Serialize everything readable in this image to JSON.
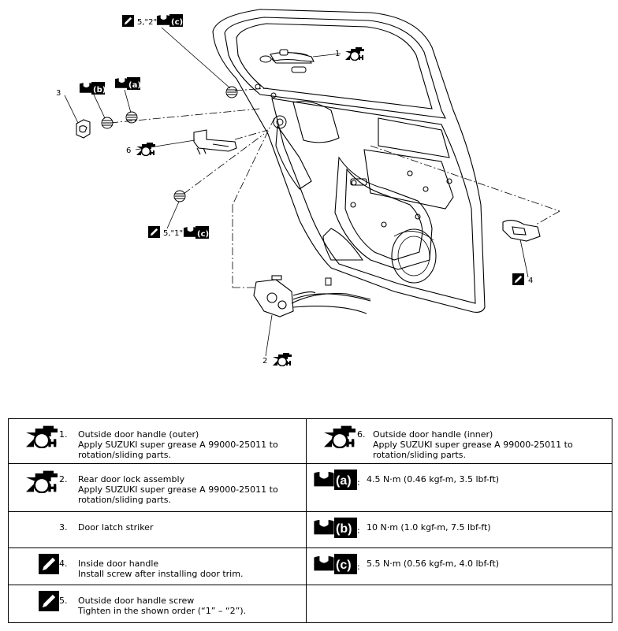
{
  "callouts": {
    "c1": "1",
    "c2": "2",
    "c3": "3",
    "c4": "4",
    "c5_2": "5,\"2\"",
    "c5_1": "5,\"1\"",
    "c6": "6"
  },
  "torque_letters": {
    "a": "(a)",
    "b": "(b)",
    "c": "(c)"
  },
  "grease_letter": "A",
  "legend": {
    "left": [
      {
        "num": "1.",
        "title": "Outside door handle (outer)",
        "desc1": "Apply SUZUKI super grease A 99000-25011 to",
        "desc2": "rotation/sliding parts."
      },
      {
        "num": "2.",
        "title": "Rear door lock assembly",
        "desc1": "Apply SUZUKI super grease A 99000-25011 to",
        "desc2": "rotation/sliding parts."
      },
      {
        "num": "3.",
        "title": "Door latch striker"
      },
      {
        "num": "4.",
        "title": "Inside door handle",
        "desc1": "Install screw after installing door trim."
      },
      {
        "num": "5.",
        "title": "Outside door handle screw",
        "desc1": "Tighten in the shown order (“1” – “2”)."
      }
    ],
    "right": [
      {
        "num": "6.",
        "title": "Outside door handle (inner)",
        "desc1": "Apply SUZUKI super grease A 99000-25011 to",
        "desc2": "rotation/sliding parts."
      },
      {
        "letter": "(a)",
        "sep": ":",
        "spec": "4.5 N·m (0.46 kgf-m, 3.5 lbf-ft)"
      },
      {
        "letter": "(b)",
        "sep": ":",
        "spec": "10 N·m (1.0 kgf-m, 7.5 lbf-ft)"
      },
      {
        "letter": "(c)",
        "sep": ":",
        "spec": "5.5 N·m (0.56 kgf-m, 4.0 lbf-ft)"
      }
    ]
  }
}
